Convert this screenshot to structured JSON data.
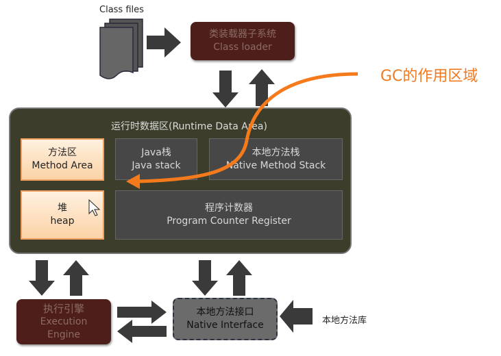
{
  "class_files": {
    "label": "Class files"
  },
  "class_loader": {
    "zh": "类装载器子系统",
    "en": "Class loader"
  },
  "gc": {
    "label": "GC的作用区域",
    "color": "#f07a20"
  },
  "runtime": {
    "title": "运行时数据区(Runtime Data Area)",
    "method_area": {
      "zh": "方法区",
      "en": "Method Area"
    },
    "java_stack": {
      "zh": "Java栈",
      "en": "Java stack"
    },
    "native_stack": {
      "zh": "本地方法栈",
      "en": "Native Method Stack"
    },
    "heap": {
      "zh": "堆",
      "en": "heap"
    },
    "pc": {
      "zh": "程序计数器",
      "en": "Program Counter Register"
    }
  },
  "execution": {
    "zh": "执行引擎",
    "en1": "Execution",
    "en2": "Engine"
  },
  "native_interface": {
    "zh": "本地方法接口",
    "en": "Native Interface"
  },
  "native_lib": {
    "label": "本地方法库"
  }
}
